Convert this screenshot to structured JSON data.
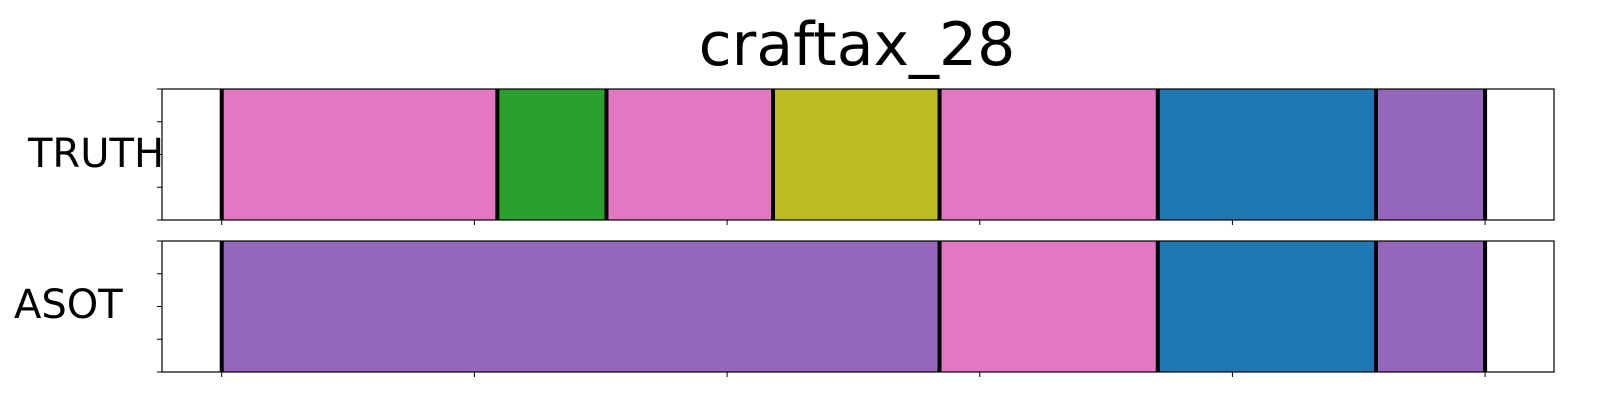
{
  "chart_data": {
    "type": "segmentation",
    "title": "craftax_28",
    "x_range": [
      0,
      110
    ],
    "colors": {
      "pink": "#e377c2",
      "green": "#2ca02c",
      "olive": "#bcbd22",
      "blue": "#1f77b4",
      "purple": "#9467bd",
      "boundary": "#000000",
      "frame": "#000000",
      "background": "#ffffff"
    },
    "rows": [
      {
        "label": "TRUTH",
        "segments": [
          {
            "start": 5.0,
            "end": 29.0,
            "color": "pink"
          },
          {
            "start": 29.0,
            "end": 38.5,
            "color": "green"
          },
          {
            "start": 38.5,
            "end": 53.0,
            "color": "pink"
          },
          {
            "start": 53.0,
            "end": 67.5,
            "color": "olive"
          },
          {
            "start": 67.5,
            "end": 86.5,
            "color": "pink"
          },
          {
            "start": 86.5,
            "end": 105.5,
            "color": "blue"
          },
          {
            "start": 105.5,
            "end": 115.0,
            "color": "purple"
          }
        ]
      },
      {
        "label": "ASOT",
        "segments": [
          {
            "start": 5.0,
            "end": 67.5,
            "color": "purple"
          },
          {
            "start": 67.5,
            "end": 86.5,
            "color": "pink"
          },
          {
            "start": 86.5,
            "end": 105.5,
            "color": "blue"
          },
          {
            "start": 105.5,
            "end": 115.0,
            "color": "purple"
          }
        ]
      }
    ],
    "x_ticks": [
      5,
      27,
      49,
      71,
      93,
      115
    ],
    "y_ticks_per_row": 5,
    "x_domain": [
      -0.2,
      121.0
    ],
    "tick_labels_shown": false,
    "legend": "none",
    "grid": false
  }
}
